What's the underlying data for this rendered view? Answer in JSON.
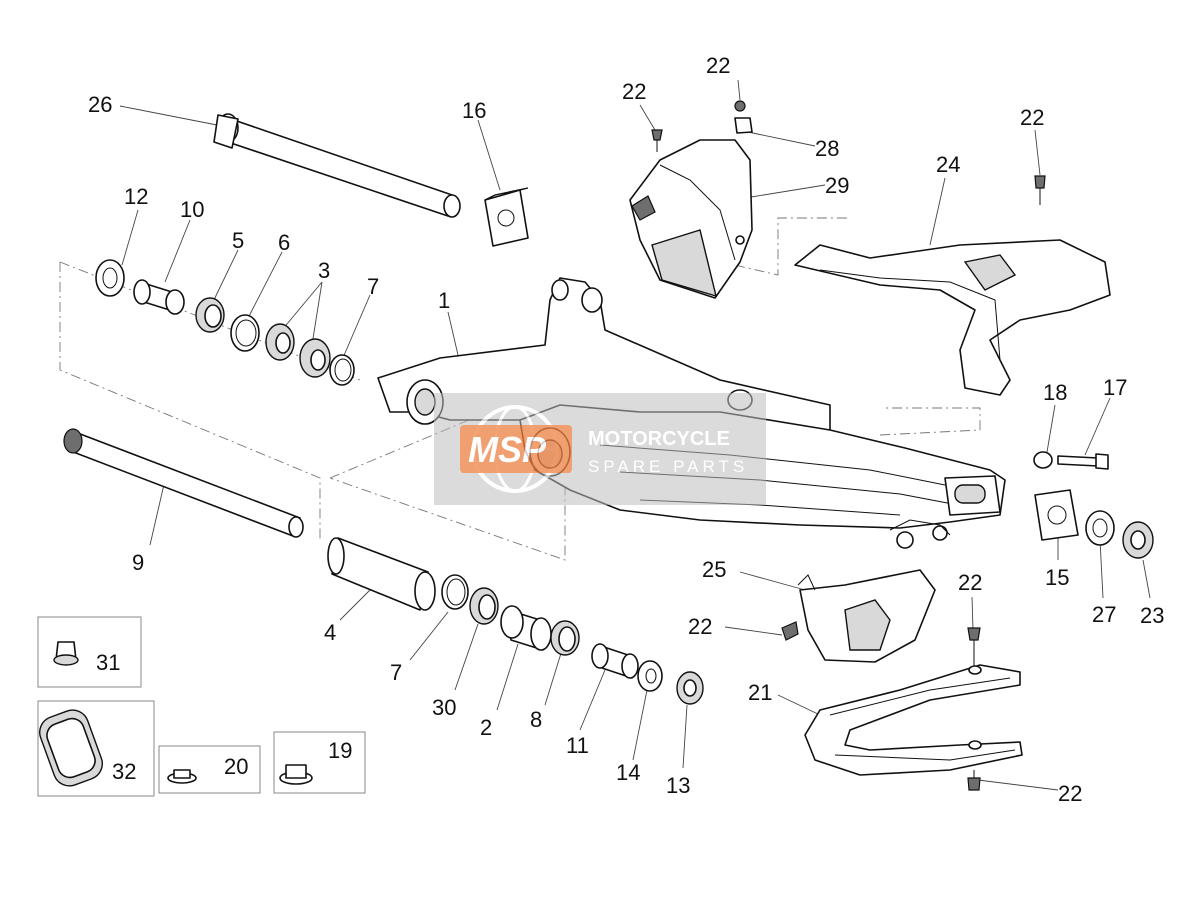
{
  "callouts": [
    {
      "id": "c26",
      "label": "26"
    },
    {
      "id": "c16",
      "label": "16"
    },
    {
      "id": "c12",
      "label": "12"
    },
    {
      "id": "c10",
      "label": "10"
    },
    {
      "id": "c5",
      "label": "5"
    },
    {
      "id": "c6",
      "label": "6"
    },
    {
      "id": "c3",
      "label": "3"
    },
    {
      "id": "c7a",
      "label": "7"
    },
    {
      "id": "c1",
      "label": "1"
    },
    {
      "id": "c9",
      "label": "9"
    },
    {
      "id": "c4",
      "label": "4"
    },
    {
      "id": "c7b",
      "label": "7"
    },
    {
      "id": "c30",
      "label": "30"
    },
    {
      "id": "c2",
      "label": "2"
    },
    {
      "id": "c8",
      "label": "8"
    },
    {
      "id": "c11",
      "label": "11"
    },
    {
      "id": "c14",
      "label": "14"
    },
    {
      "id": "c13",
      "label": "13"
    },
    {
      "id": "c22a",
      "label": "22"
    },
    {
      "id": "c22b",
      "label": "22"
    },
    {
      "id": "c28",
      "label": "28"
    },
    {
      "id": "c29",
      "label": "29"
    },
    {
      "id": "c24",
      "label": "24"
    },
    {
      "id": "c22c",
      "label": "22"
    },
    {
      "id": "c18",
      "label": "18"
    },
    {
      "id": "c17",
      "label": "17"
    },
    {
      "id": "c15",
      "label": "15"
    },
    {
      "id": "c27",
      "label": "27"
    },
    {
      "id": "c23",
      "label": "23"
    },
    {
      "id": "c25",
      "label": "25"
    },
    {
      "id": "c22d",
      "label": "22"
    },
    {
      "id": "c22e",
      "label": "22"
    },
    {
      "id": "c21",
      "label": "21"
    },
    {
      "id": "c22f",
      "label": "22"
    },
    {
      "id": "c31",
      "label": "31"
    },
    {
      "id": "c32",
      "label": "32"
    },
    {
      "id": "c20",
      "label": "20"
    },
    {
      "id": "c19",
      "label": "19"
    }
  ],
  "watermark": {
    "logo_text": "MSP",
    "line1": "MOTORCYCLE",
    "line2": "SPARE PARTS",
    "accent_color": "#f07c3a",
    "box_color": "#bdbdbd"
  }
}
